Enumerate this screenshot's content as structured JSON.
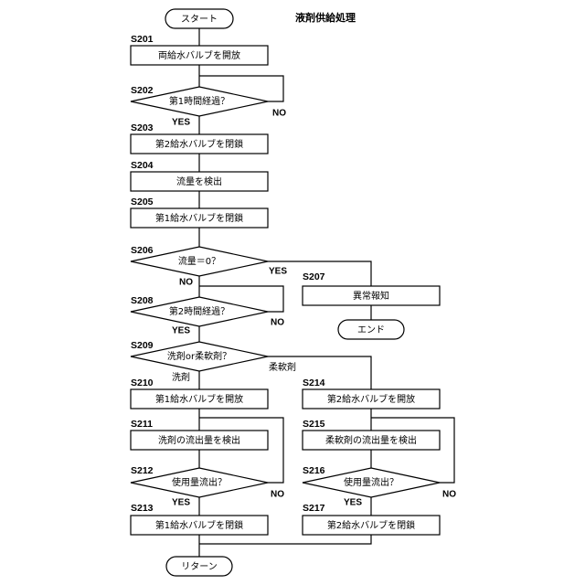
{
  "title": "液剤供給処理",
  "start_label": "スタート",
  "steps": {
    "s201": {
      "id": "S201",
      "text": "両給水バルブを開放"
    },
    "s202": {
      "id": "S202",
      "text": "第1時間経過？"
    },
    "s203": {
      "id": "S203",
      "text": "第2給水バルブを閉鎖"
    },
    "s204": {
      "id": "S204",
      "text": "流量を検出"
    },
    "s205": {
      "id": "S205",
      "text": "第1給水バルブを閉鎖"
    },
    "s206": {
      "id": "S206",
      "text": "流量＝0？"
    },
    "s207": {
      "id": "S207",
      "text": "異常報知"
    },
    "s208": {
      "id": "S208",
      "text": "第2時間経過？"
    },
    "s209": {
      "id": "S209",
      "text": "洗剤or柔軟剤？"
    },
    "s210": {
      "id": "S210",
      "text": "第1給水バルブを開放"
    },
    "s211": {
      "id": "S211",
      "text": "洗剤の流出量を検出"
    },
    "s212": {
      "id": "S212",
      "text": "使用量流出？"
    },
    "s213": {
      "id": "S213",
      "text": "第1給水バルブを閉鎖"
    },
    "s214": {
      "id": "S214",
      "text": "第2給水バルブを開放"
    },
    "s215": {
      "id": "S215",
      "text": "柔軟剤の流出量を検出"
    },
    "s216": {
      "id": "S216",
      "text": "使用量流出？"
    },
    "s217": {
      "id": "S217",
      "text": "第2給水バルブを閉鎖"
    }
  },
  "end_label": "エンド",
  "return_label": "リターン",
  "branches": {
    "s202_yes": "YES",
    "s202_no": "NO",
    "s206_yes": "YES",
    "s206_no": "NO",
    "s208_yes": "YES",
    "s208_no": "NO",
    "s209_detergent": "洗剤",
    "s209_softener": "柔軟剤",
    "s212_yes": "YES",
    "s212_no": "NO",
    "s216_yes": "YES",
    "s216_no": "NO"
  }
}
